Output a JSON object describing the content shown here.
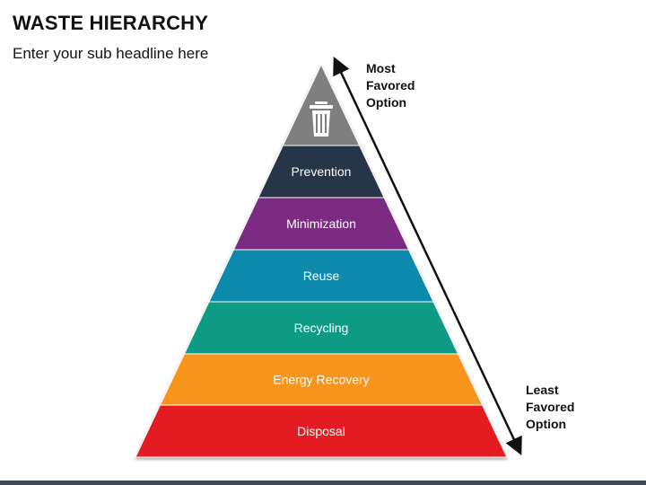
{
  "header": {
    "title": "WASTE HIERARCHY",
    "subtitle": "Enter your sub headline here"
  },
  "pyramid": {
    "top_icon": "trash-can-icon",
    "levels": [
      {
        "label": "",
        "color": "#7f7f7f"
      },
      {
        "label": "Prevention",
        "color": "#253446"
      },
      {
        "label": "Minimization",
        "color": "#7d2a82"
      },
      {
        "label": "Reuse",
        "color": "#0a8aab"
      },
      {
        "label": "Recycling",
        "color": "#0e9b86"
      },
      {
        "label": "Energy Recovery",
        "color": "#f7941d"
      },
      {
        "label": "Disposal",
        "color": "#e31b23"
      }
    ]
  },
  "arrow": {
    "top_label": [
      "Most",
      "Favored",
      "Option"
    ],
    "bottom_label": [
      "Least",
      "Favored",
      "Option"
    ]
  },
  "footer": {
    "bar_color": "#3a4a5c"
  }
}
